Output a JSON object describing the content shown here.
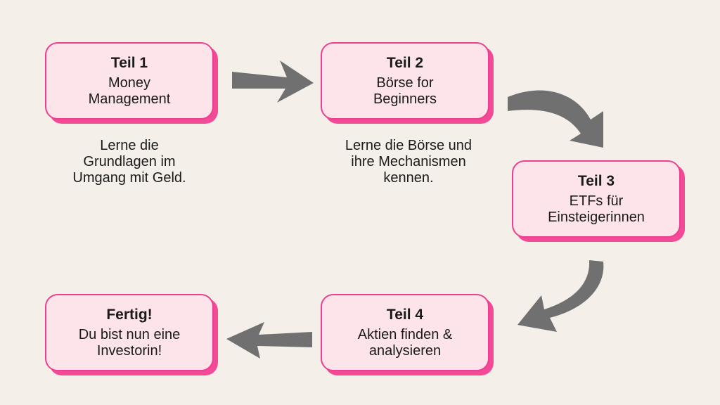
{
  "colors": {
    "background": "#f5efea",
    "card_fill": "#fde4ea",
    "card_border": "#ee3f8f",
    "card_shadow": "#f24a97",
    "arrow": "#707070",
    "text": "#1a1a1a"
  },
  "steps": [
    {
      "title": "Teil 1",
      "lines": [
        "Money",
        "Management"
      ]
    },
    {
      "title": "Teil 2",
      "lines": [
        "Börse for",
        "Beginners"
      ]
    },
    {
      "title": "Teil 3",
      "lines": [
        "ETFs für",
        "Einsteigerinnen"
      ]
    },
    {
      "title": "Teil 4",
      "lines": [
        "Aktien finden &",
        "analysieren"
      ]
    },
    {
      "title": "Fertig!",
      "lines": [
        "Du bist nun eine",
        "Investorin!"
      ]
    }
  ],
  "descriptions": [
    {
      "lines": [
        "Lerne die",
        "Grundlagen im",
        "Umgang mit Geld."
      ]
    },
    {
      "lines": [
        "Lerne die Börse und",
        "ihre Mechanismen",
        "kennen."
      ]
    }
  ]
}
